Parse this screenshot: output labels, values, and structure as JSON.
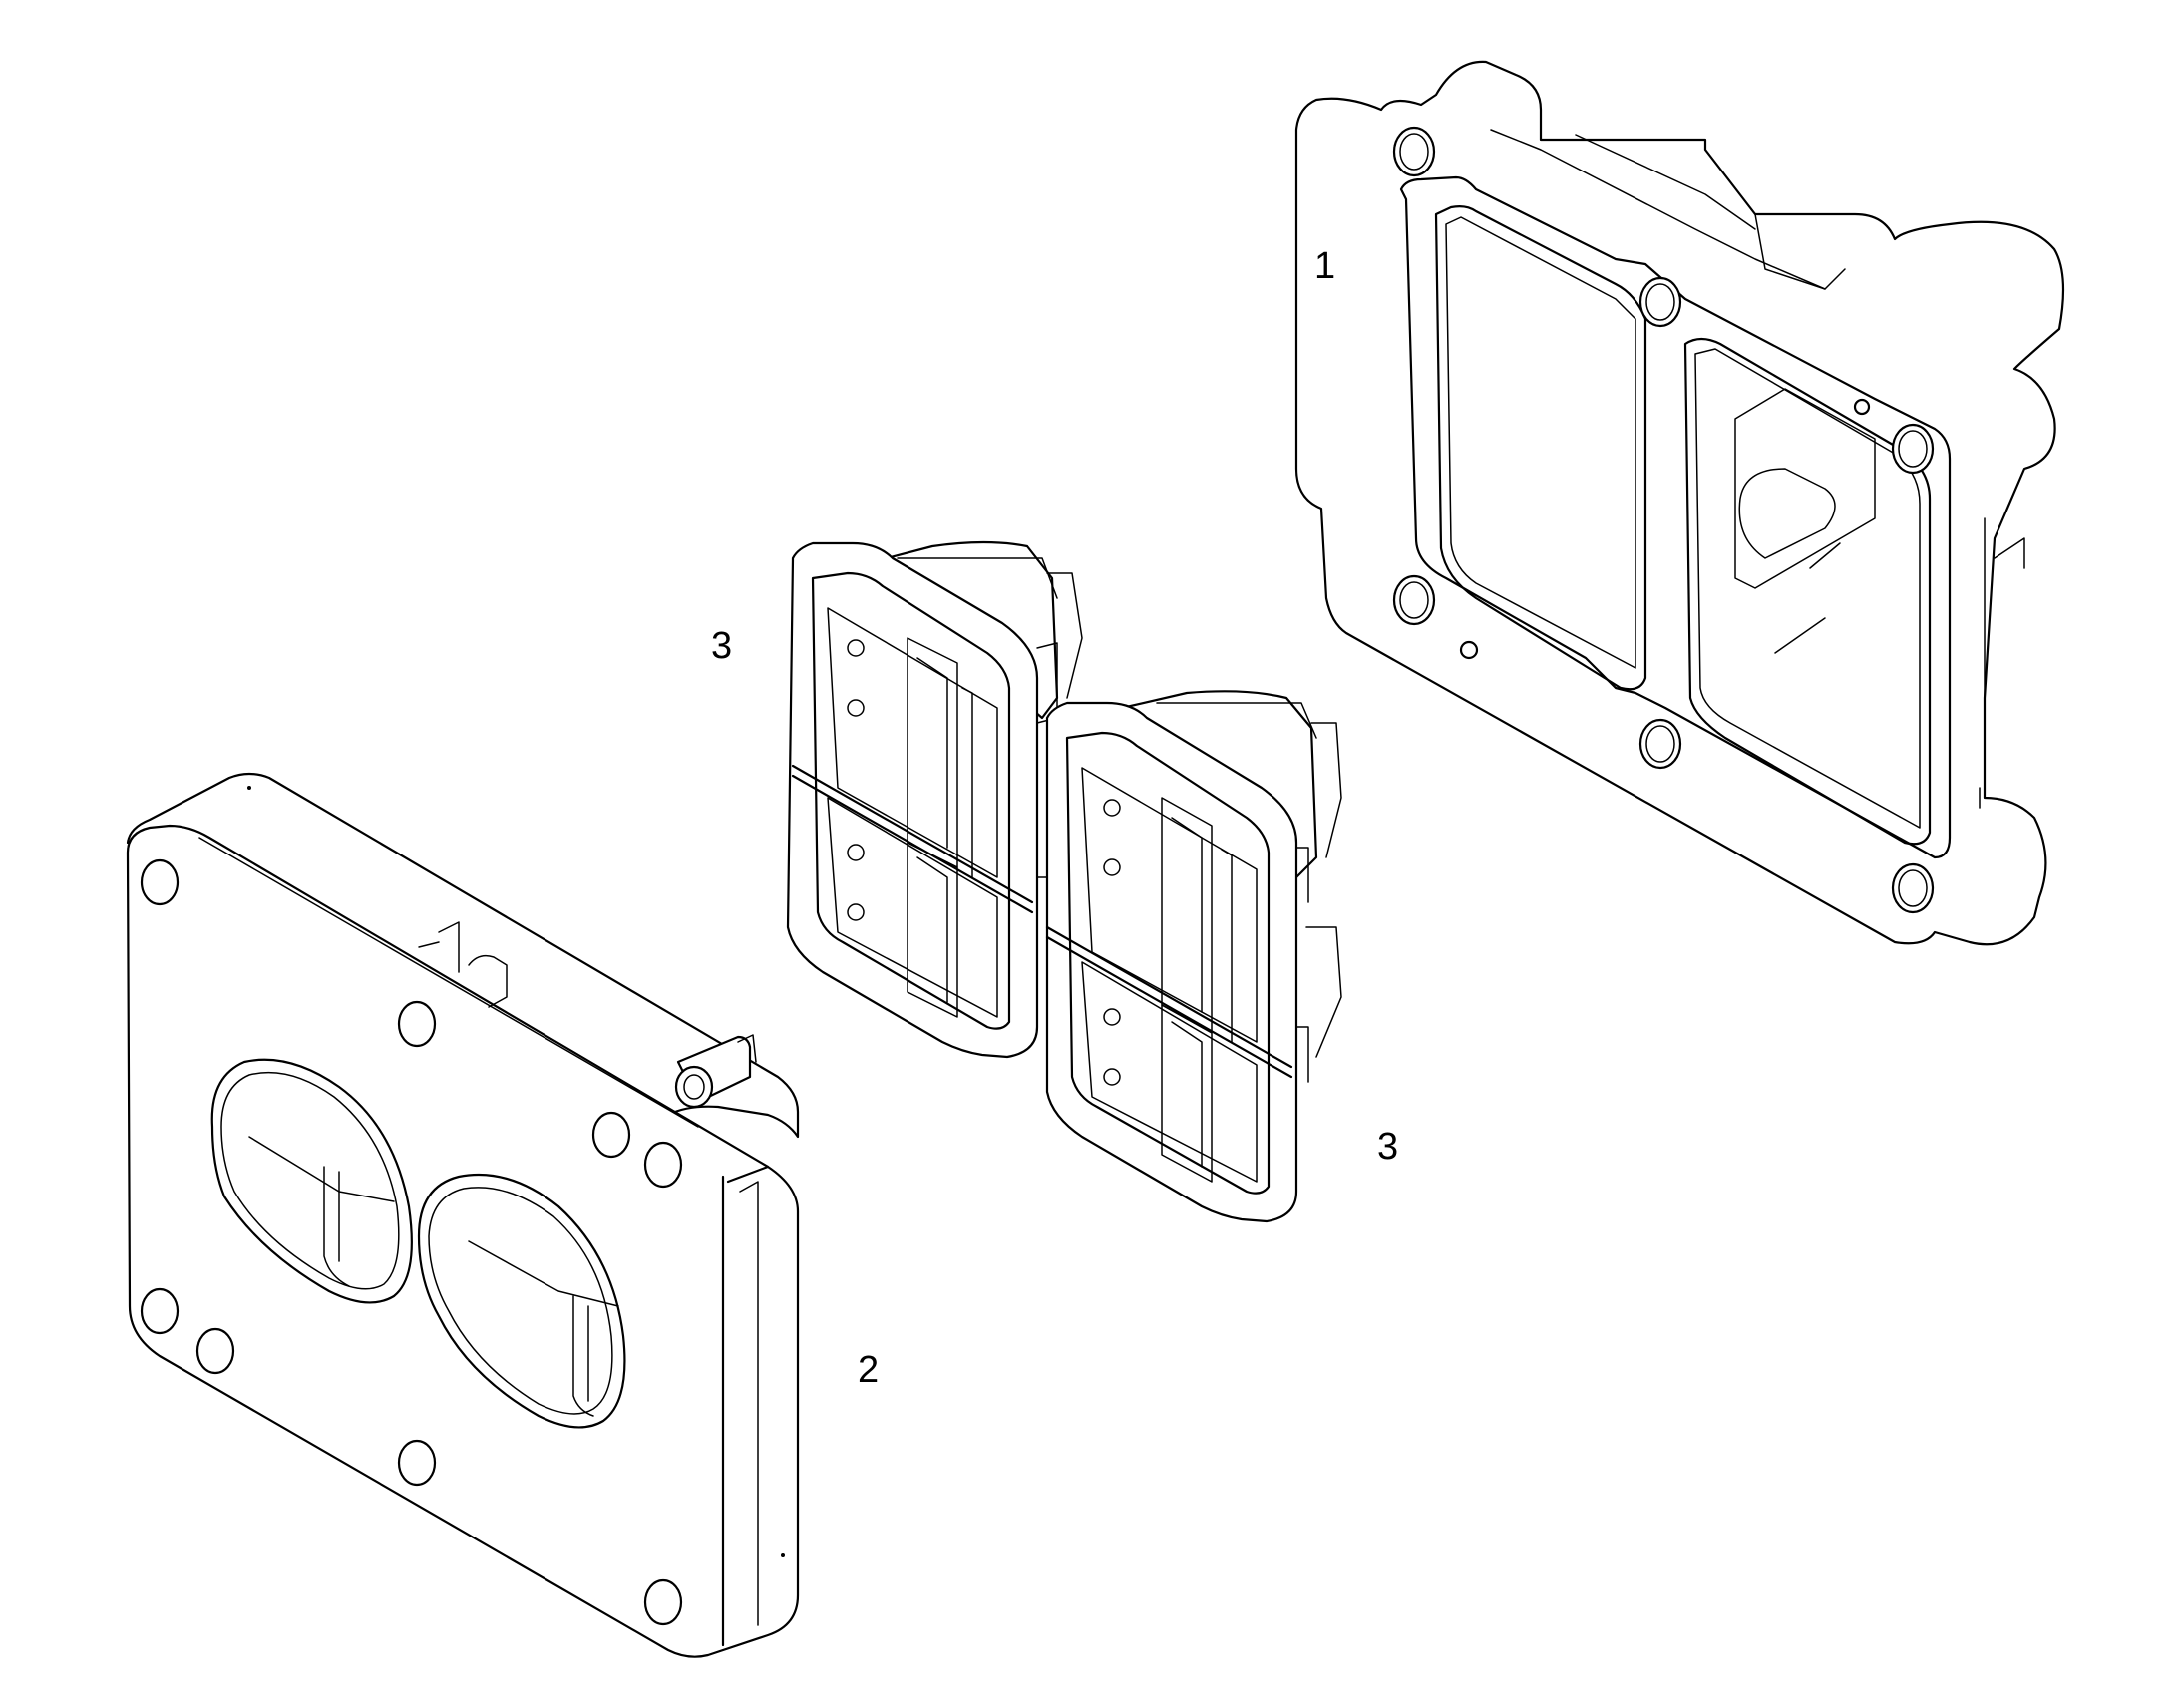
{
  "callouts": {
    "part_1": "1",
    "part_2": "2",
    "part_3_top": "3",
    "part_3_bottom": "3"
  },
  "colors": {
    "line": "#000000",
    "background": "#ffffff"
  }
}
